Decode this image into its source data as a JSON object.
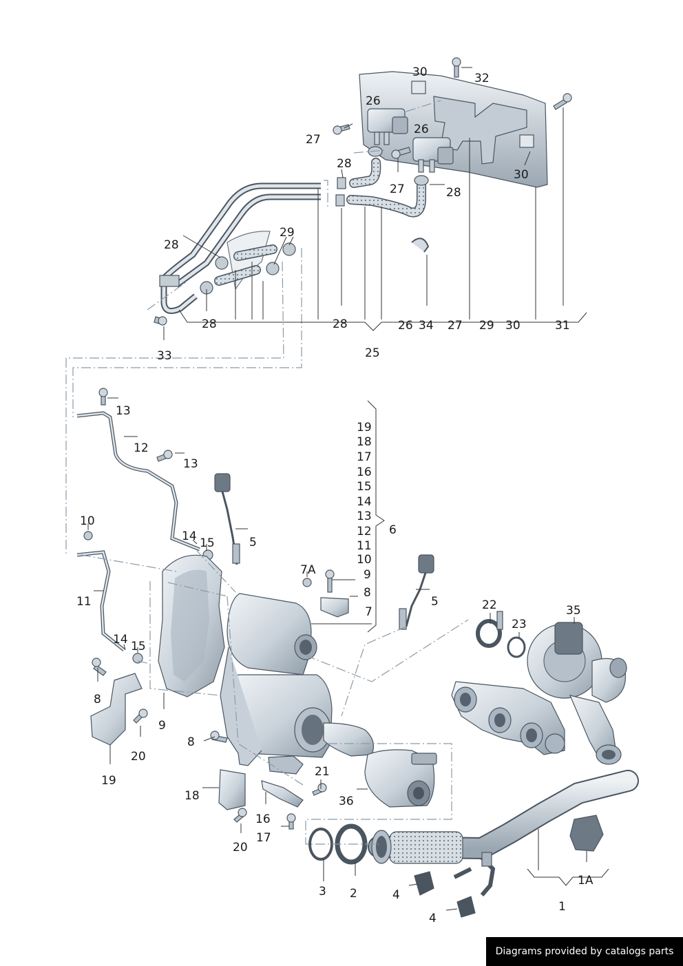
{
  "labels": {
    "l30a": "30",
    "l32": "32",
    "l26a": "26",
    "l27a": "27",
    "l26b": "26",
    "l28a": "28",
    "l27b": "27",
    "l28b": "28",
    "l30b": "30",
    "l29a": "29",
    "l28c": "28",
    "l28d": "28",
    "l28e": "28",
    "l26c": "26",
    "l34": "34",
    "l27c": "27",
    "l29b": "29",
    "l30c": "30",
    "l31": "31",
    "l25": "25",
    "l33": "33",
    "l13a": "13",
    "l12a": "12",
    "l13b": "13",
    "l19s": "19",
    "l18s": "18",
    "l17s": "17",
    "l16s": "16",
    "l15s": "15",
    "l14s": "14",
    "l13s": "13",
    "l12s": "12",
    "l11s": "11",
    "l10s": "10",
    "l9s": "9",
    "l8s": "8",
    "l7s": "7",
    "l6": "6",
    "l10": "10",
    "l14a": "14",
    "l15a": "15",
    "l5a": "5",
    "l7a": "7A",
    "l5b": "5",
    "l11": "11",
    "l14b": "14",
    "l15b": "15",
    "l22": "22",
    "l23": "23",
    "l35": "35",
    "l8a": "8",
    "l9": "9",
    "l19": "19",
    "l20a": "20",
    "l8b": "8",
    "l21": "21",
    "l18": "18",
    "l36": "36",
    "l16": "16",
    "l17": "17",
    "l20b": "20",
    "l3": "3",
    "l2": "2",
    "l4a": "4",
    "l4b": "4",
    "l1a": "1A",
    "l1": "1"
  },
  "footer": {
    "credit": "Diagrams provided by catalogs parts"
  },
  "colors": {
    "part_fill": "#dde4ea",
    "part_shade": "#b7c2cc",
    "part_dark": "#7d8a96",
    "leader": "#333333",
    "phantom": "#8a9aa8"
  }
}
